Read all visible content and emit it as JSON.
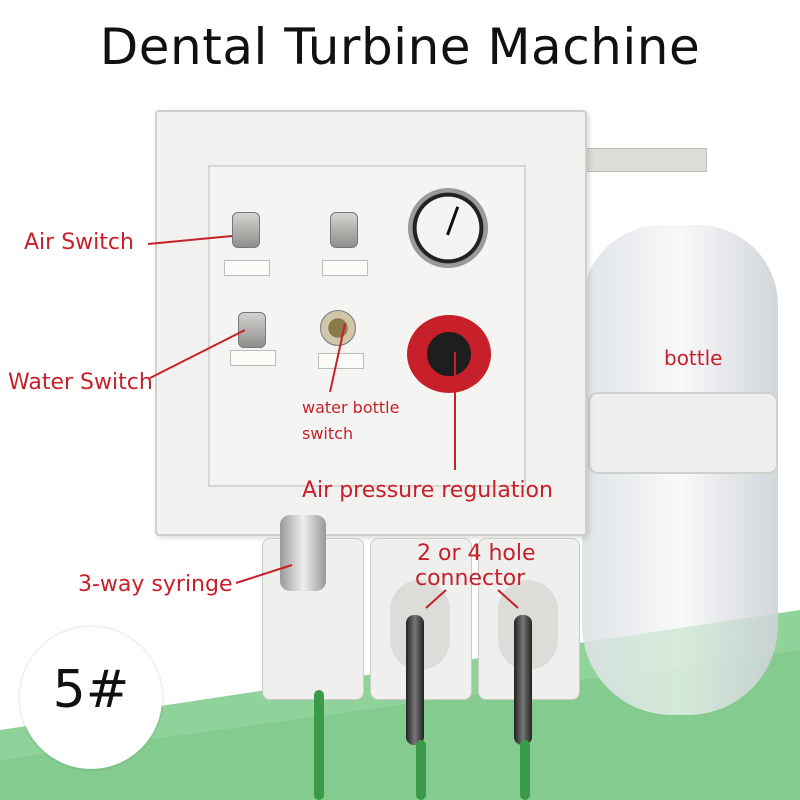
{
  "title": "Dental Turbine Machine",
  "badge": "5#",
  "labels": {
    "air_switch": "Air Switch",
    "water_switch": "Water Switch",
    "water_bottle_switch_line1": "water bottle",
    "water_bottle_switch_line2": "switch",
    "air_pressure": "Air pressure regulation",
    "syringe": "3-way syringe",
    "connector_line1": "2 or 4 hole",
    "connector_line2": "connector",
    "bottle": "bottle"
  },
  "colors": {
    "label_red": "#c8202a",
    "green": "#3b9a47",
    "background_green": "#8fd39a"
  }
}
